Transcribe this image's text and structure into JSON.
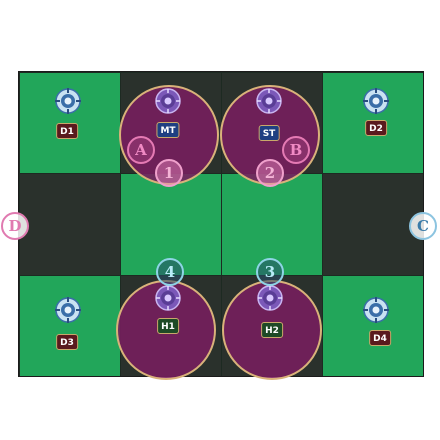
{
  "arena": {
    "rows": 3,
    "cols": 4
  },
  "cells": [
    {
      "color": "green"
    },
    {
      "color": "dark"
    },
    {
      "color": "dark"
    },
    {
      "color": "green"
    },
    {
      "color": "dark"
    },
    {
      "color": "green"
    },
    {
      "color": "green"
    },
    {
      "color": "dark"
    },
    {
      "color": "green"
    },
    {
      "color": "dark"
    },
    {
      "color": "dark"
    },
    {
      "color": "green"
    }
  ],
  "roles": {
    "d1": "D1",
    "d2": "D2",
    "d3": "D3",
    "d4": "D4",
    "mt": "MT",
    "st": "ST",
    "h1": "H1",
    "h2": "H2"
  },
  "waymarks": {
    "a": "A",
    "b": "B",
    "c": "C",
    "d": "D",
    "one": "1",
    "two": "2",
    "three": "3",
    "four": "4"
  },
  "icons": {
    "boss": "boss-icon",
    "aoe": "aoe-circle"
  },
  "colors": {
    "green_tile": "#22a65a",
    "dark_tile": "#2a312c",
    "aoe_fill": "#781e5f",
    "aoe_border": "#d9b27a",
    "tank": "#1f3f82",
    "healer": "#1e4a26",
    "dps": "#5a1a1e",
    "waymark_pink": "#e57ab4",
    "waymark_blue": "#8fd4e6"
  }
}
